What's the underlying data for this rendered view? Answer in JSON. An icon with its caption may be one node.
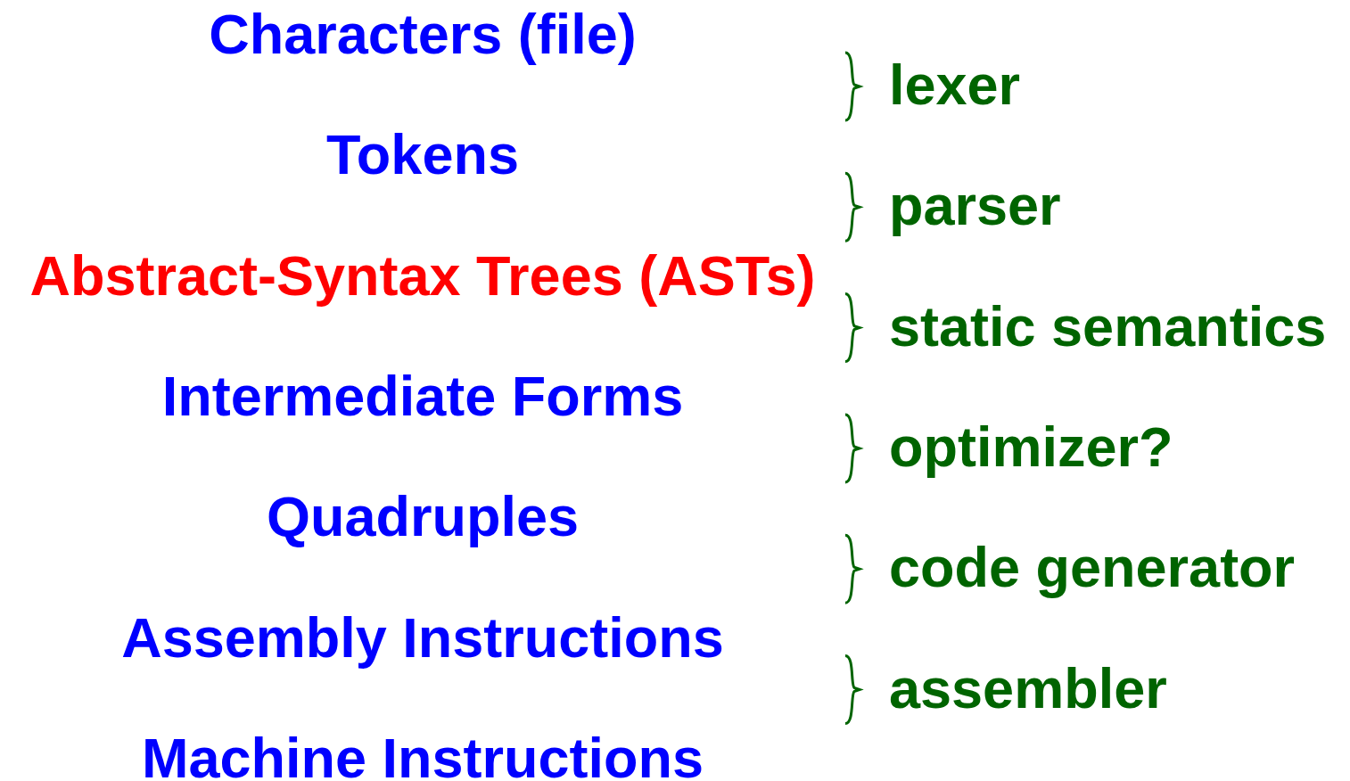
{
  "diagram": {
    "labels": [
      "Characters (file)",
      "lexer",
      "Tokens",
      "parser",
      "Abstract-Syntax Trees (ASTs)",
      "static semantics",
      "Intermediate Forms",
      "optimizer?",
      "Quadruples",
      "code generator",
      "Assembly Instructions",
      "assembler",
      "Machine Instructions"
    ]
  }
}
